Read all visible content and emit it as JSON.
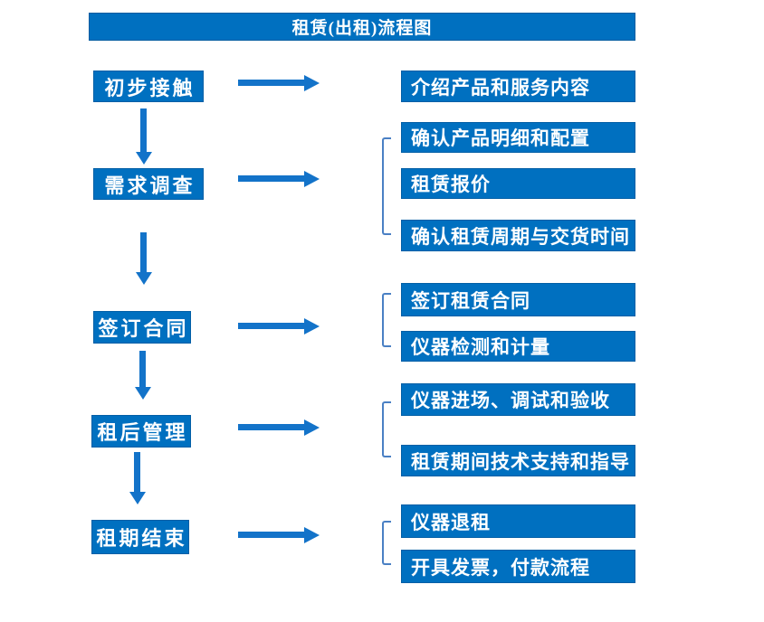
{
  "title": "租赁(出租)流程图",
  "colors": {
    "box": "#0070C0",
    "arrow": "#1373C9",
    "bracket": "#4A80C4",
    "txt": "#FFFFFF",
    "bg": "#FFFFFF"
  },
  "flow": {
    "steps": [
      {
        "label": "初步接触",
        "details": [
          "介绍产品和服务内容"
        ]
      },
      {
        "label": "需求调查",
        "details": [
          "确认产品明细和配置",
          "租赁报价",
          "确认租赁周期与交货时间"
        ]
      },
      {
        "label": "签订合同",
        "details": [
          "签订租赁合同",
          "仪器检测和计量"
        ]
      },
      {
        "label": "租后管理",
        "details": [
          "仪器进场、调试和验收",
          "租赁期间技术支持和指导"
        ]
      },
      {
        "label": "租期结束",
        "details": [
          "仪器退租",
          "开具发票，付款流程"
        ]
      }
    ]
  }
}
